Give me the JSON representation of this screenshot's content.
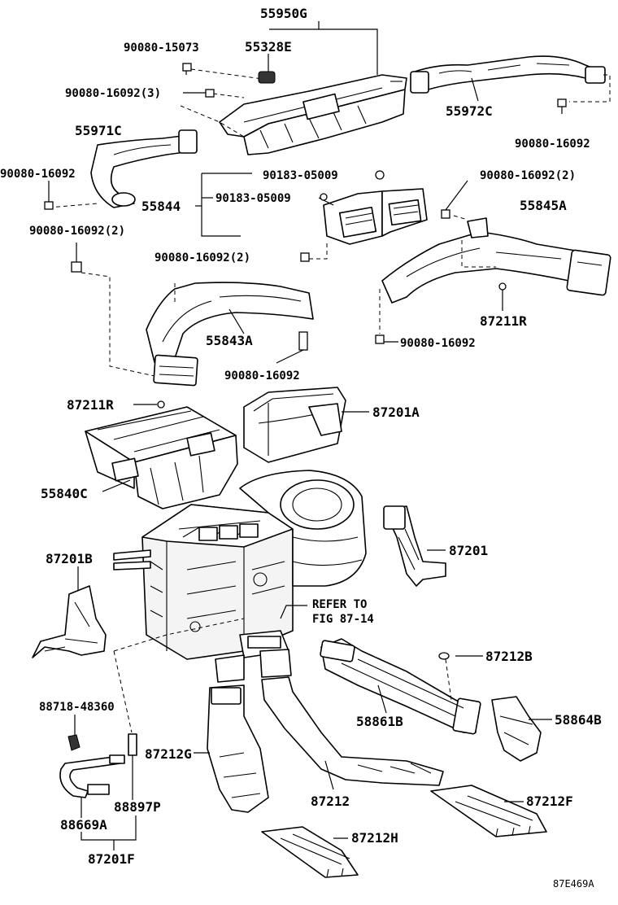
{
  "labels": {
    "p55950G": "55950G",
    "p90080_15073": "90080-15073",
    "p55328E": "55328E",
    "p90080_16092_3": "90080-16092(3)",
    "p55972C": "55972C",
    "p90080_16092_a": "90080-16092",
    "p55971C": "55971C",
    "p90080_16092_b": "90080-16092",
    "p90183_05009_a": "90183-05009",
    "p90183_05009_b": "90183-05009",
    "p55844": "55844",
    "p90080_16092_2a": "90080-16092(2)",
    "p90080_16092_2b": "90080-16092(2)",
    "p55845A": "55845A",
    "p90080_16092_2c": "90080-16092(2)",
    "p87211R_a": "87211R",
    "p55843A": "55843A",
    "p90080_16092_c": "90080-16092",
    "p90080_16092_d": "90080-16092",
    "p87211R_b": "87211R",
    "p87201A": "87201A",
    "p55840C": "55840C",
    "p87201": "87201",
    "p87201B": "87201B",
    "refer_line1": "REFER TO",
    "refer_line2": "FIG 87-14",
    "p87212B": "87212B",
    "p88718_48360": "88718-48360",
    "p58861B": "58861B",
    "p58864B": "58864B",
    "p87212G": "87212G",
    "p87212": "87212",
    "p87212F": "87212F",
    "p88897P": "88897P",
    "p88669A": "88669A",
    "p87212H": "87212H",
    "p87201F": "87201F",
    "figure_code": "87E469A"
  }
}
